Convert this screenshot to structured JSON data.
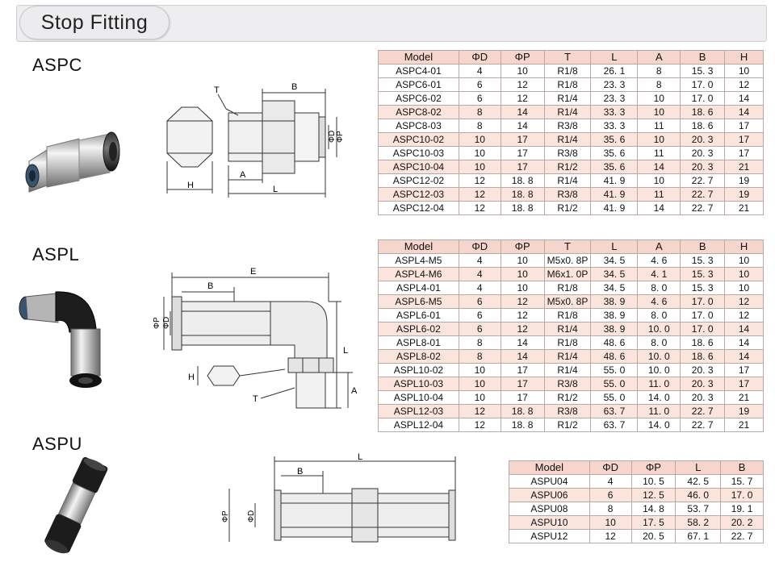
{
  "page": {
    "title": "Stop Fitting"
  },
  "dim_labels": {
    "A": "A",
    "B": "B",
    "H": "H",
    "L": "L",
    "T": "T",
    "E": "E",
    "D": "ΦD",
    "P": "ΦP"
  },
  "sections": {
    "aspc": {
      "label": "ASPC",
      "headers": [
        "Model",
        "ΦD",
        "ΦP",
        "T",
        "L",
        "A",
        "B",
        "H"
      ],
      "rows": [
        [
          "ASPC4-01",
          "4",
          "10",
          "R1/8",
          "26. 1",
          "8",
          "15. 3",
          "10"
        ],
        [
          "ASPC6-01",
          "6",
          "12",
          "R1/8",
          "23. 3",
          "8",
          "17. 0",
          "12"
        ],
        [
          "ASPC6-02",
          "6",
          "12",
          "R1/4",
          "23. 3",
          "10",
          "17. 0",
          "14"
        ],
        [
          "ASPC8-02",
          "8",
          "14",
          "R1/4",
          "33. 3",
          "10",
          "18. 6",
          "14"
        ],
        [
          "ASPC8-03",
          "8",
          "14",
          "R3/8",
          "33. 3",
          "11",
          "18. 6",
          "17"
        ],
        [
          "ASPC10-02",
          "10",
          "17",
          "R1/4",
          "35. 6",
          "10",
          "20. 3",
          "17"
        ],
        [
          "ASPC10-03",
          "10",
          "17",
          "R3/8",
          "35. 6",
          "11",
          "20. 3",
          "17"
        ],
        [
          "ASPC10-04",
          "10",
          "17",
          "R1/2",
          "35. 6",
          "14",
          "20. 3",
          "21"
        ],
        [
          "ASPC12-02",
          "12",
          "18. 8",
          "R1/4",
          "41. 9",
          "10",
          "22. 7",
          "19"
        ],
        [
          "ASPC12-03",
          "12",
          "18. 8",
          "R3/8",
          "41. 9",
          "11",
          "22. 7",
          "19"
        ],
        [
          "ASPC12-04",
          "12",
          "18. 8",
          "R1/2",
          "41. 9",
          "14",
          "22. 7",
          "21"
        ]
      ]
    },
    "aspl": {
      "label": "ASPL",
      "headers": [
        "Model",
        "ΦD",
        "ΦP",
        "T",
        "L",
        "A",
        "B",
        "H"
      ],
      "rows": [
        [
          "ASPL4-M5",
          "4",
          "10",
          "M5x0. 8P",
          "34. 5",
          "4. 6",
          "15. 3",
          "10"
        ],
        [
          "ASPL4-M6",
          "4",
          "10",
          "M6x1. 0P",
          "34. 5",
          "4. 1",
          "15. 3",
          "10"
        ],
        [
          "ASPL4-01",
          "4",
          "10",
          "R1/8",
          "34. 5",
          "8. 0",
          "15. 3",
          "10"
        ],
        [
          "ASPL6-M5",
          "6",
          "12",
          "M5x0. 8P",
          "38. 9",
          "4. 6",
          "17. 0",
          "12"
        ],
        [
          "ASPL6-01",
          "6",
          "12",
          "R1/8",
          "38. 9",
          "8. 0",
          "17. 0",
          "12"
        ],
        [
          "ASPL6-02",
          "6",
          "12",
          "R1/4",
          "38. 9",
          "10. 0",
          "17. 0",
          "14"
        ],
        [
          "ASPL8-01",
          "8",
          "14",
          "R1/8",
          "48. 6",
          "8. 0",
          "18. 6",
          "14"
        ],
        [
          "ASPL8-02",
          "8",
          "14",
          "R1/4",
          "48. 6",
          "10. 0",
          "18. 6",
          "14"
        ],
        [
          "ASPL10-02",
          "10",
          "17",
          "R1/4",
          "55. 0",
          "10. 0",
          "20. 3",
          "17"
        ],
        [
          "ASPL10-03",
          "10",
          "17",
          "R3/8",
          "55. 0",
          "11. 0",
          "20. 3",
          "17"
        ],
        [
          "ASPL10-04",
          "10",
          "17",
          "R1/2",
          "55. 0",
          "14. 0",
          "20. 3",
          "21"
        ],
        [
          "ASPL12-03",
          "12",
          "18. 8",
          "R3/8",
          "63. 7",
          "11. 0",
          "22. 7",
          "19"
        ],
        [
          "ASPL12-04",
          "12",
          "18. 8",
          "R1/2",
          "63. 7",
          "14. 0",
          "22. 7",
          "21"
        ]
      ]
    },
    "aspu": {
      "label": "ASPU",
      "headers": [
        "Model",
        "ΦD",
        "ΦP",
        "L",
        "B"
      ],
      "rows": [
        [
          "ASPU04",
          "4",
          "10. 5",
          "42. 5",
          "15. 7"
        ],
        [
          "ASPU06",
          "6",
          "12. 5",
          "46. 0",
          "17. 0"
        ],
        [
          "ASPU08",
          "8",
          "14. 8",
          "53. 7",
          "19. 1"
        ],
        [
          "ASPU10",
          "10",
          "17. 5",
          "58. 2",
          "20. 2"
        ],
        [
          "ASPU12",
          "12",
          "20. 5",
          "67. 1",
          "22. 7"
        ]
      ]
    }
  },
  "colors": {
    "header_row": "#f6d6cc",
    "highlight_row": "#fbe4dc",
    "grid": "#b9a9a6"
  }
}
